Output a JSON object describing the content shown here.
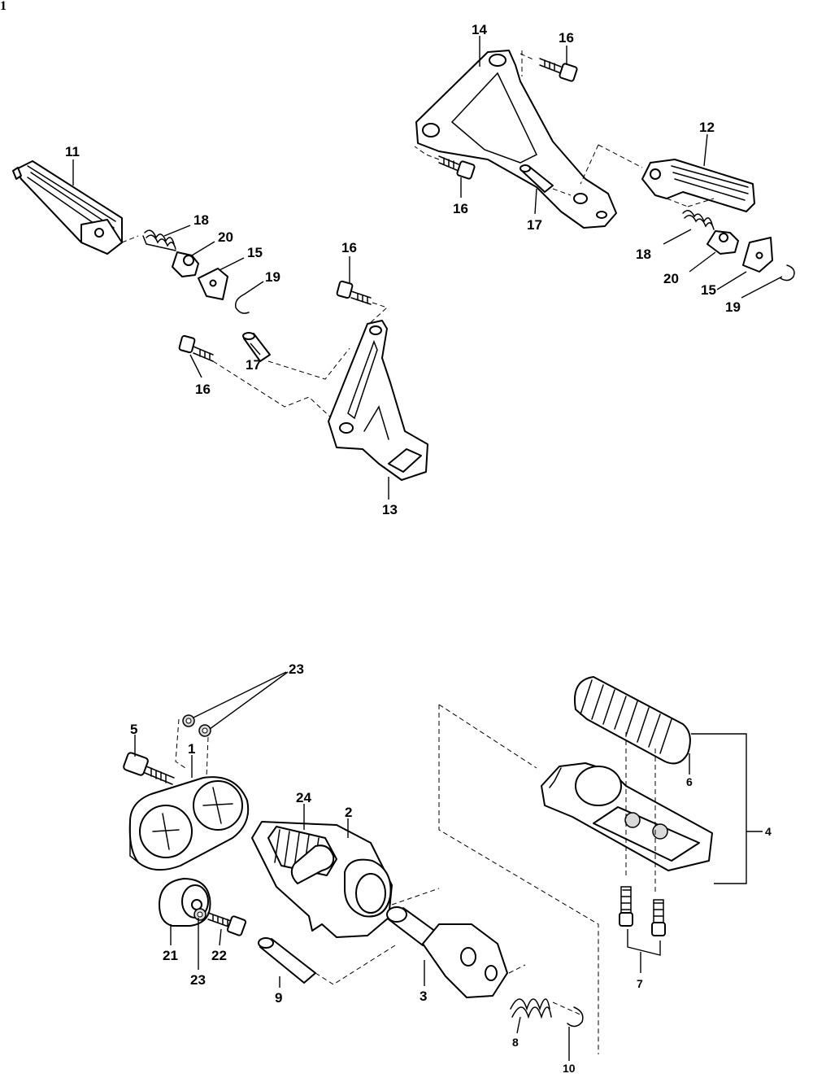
{
  "corner_mark": "1",
  "labels": {
    "l11": "11",
    "l18a": "18",
    "l20a": "20",
    "l15a": "15",
    "l19a": "19",
    "l16a": "16",
    "l17a": "17",
    "l16b": "16",
    "l13": "13",
    "l14": "14",
    "l16c": "16",
    "l12": "12",
    "l16d": "16",
    "l17b": "17",
    "l18b": "18",
    "l20b": "20",
    "l15b": "15",
    "l19b": "19",
    "l23a": "23",
    "l5": "5",
    "l1": "1",
    "l24": "24",
    "l2": "2",
    "l6": "6",
    "l4": "4",
    "l21": "21",
    "l23b": "23",
    "l22": "22",
    "l9": "9",
    "l3": "3",
    "l7": "7",
    "l8": "8",
    "l10": "10"
  }
}
